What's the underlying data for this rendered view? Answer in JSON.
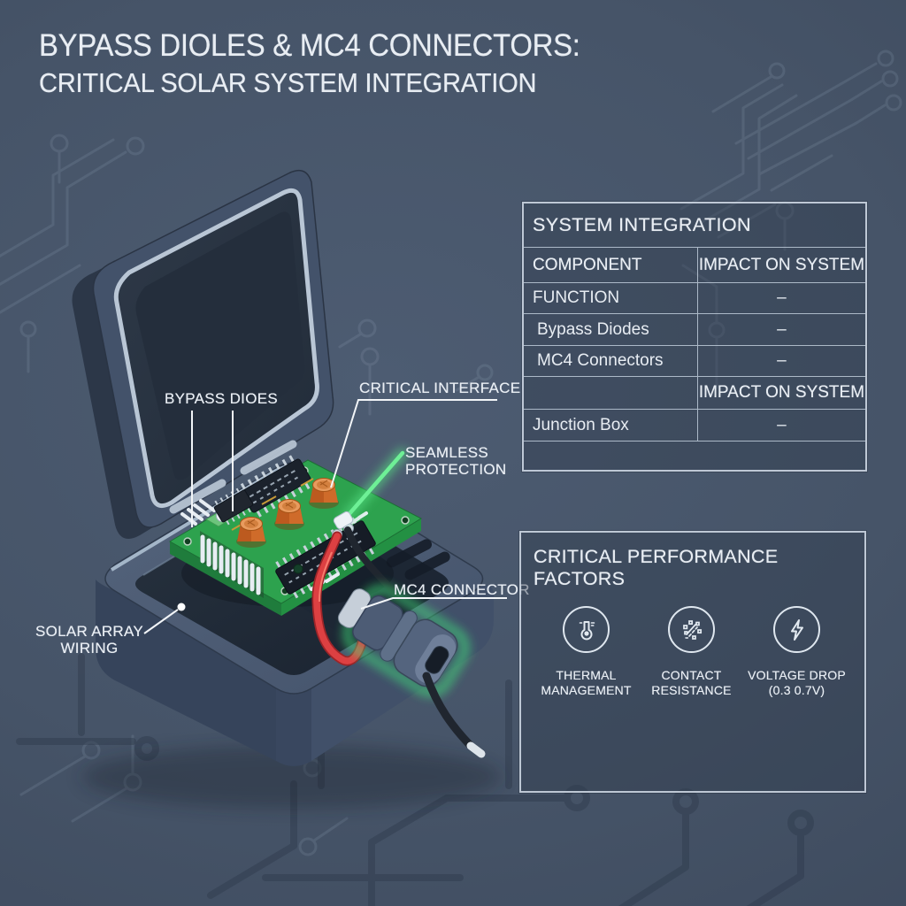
{
  "title": {
    "line1": "BYPASS DIOLES & MC4 CONNECTORS:",
    "line2": "CRITICAL SOLAR SYSTEM INTEGRATION"
  },
  "callouts": {
    "bypass_diodes": "BYPASS DIOES",
    "critical_interface": "CRITICAL INTERFACE",
    "seamless_protection": "SEAMLESS\nPROTECTION",
    "mc4_connector": "MC4 CONNECTOR",
    "solar_array_wiring": "SOLAR ARRAY\nWIRING"
  },
  "integration_table": {
    "title": "SYSTEM INTEGRATION",
    "col_headers": [
      "COMPONENT",
      "IMPACT ON SYSTEM"
    ],
    "rows": [
      {
        "component": "FUNCTION",
        "impact": "–"
      },
      {
        "component": "Bypass Diodes",
        "impact": "–"
      },
      {
        "component": "MC4 Connectors",
        "impact": "–"
      },
      {
        "component": "",
        "impact": "IMPACT ON SYSTEM"
      },
      {
        "component": "Junction Box",
        "impact": "–"
      }
    ]
  },
  "performance_panel": {
    "title": "CRITICAL PERFORMANCE FACTORS",
    "factors": [
      {
        "icon": "thermometer-icon",
        "label": "THERMAL\nMANAGEMENT"
      },
      {
        "icon": "contact-resistance-icon",
        "label": "CONTACT\nRESISTANCE"
      },
      {
        "icon": "lightning-icon",
        "label": "VOLTAGE DROP\n(0.3 0.7V)"
      }
    ]
  },
  "colors": {
    "background": "#465468",
    "panel_border": "#cdd8e2",
    "accent_green": "#4be37e",
    "pcb_green": "#2da24e",
    "wire_red": "#d6393e",
    "wire_black": "#20262f",
    "text": "#e8edf3"
  }
}
